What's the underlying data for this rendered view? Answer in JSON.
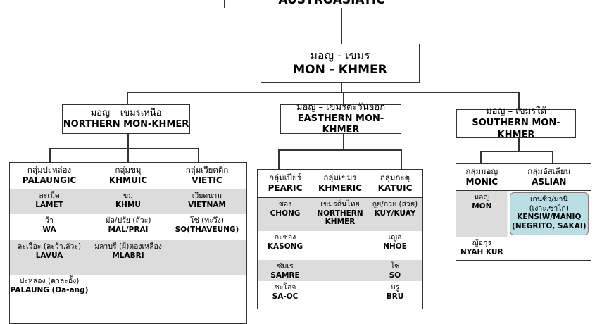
{
  "root": {
    "en": "AUSTROASIATIC"
  },
  "family": {
    "th": "มอญ - เขมร",
    "en": "MON - KHMER"
  },
  "branches": [
    {
      "th": "มอญ – เขมรเหนือ",
      "en": "NORTHERN MON-KHMER",
      "groups": [
        {
          "th": "กลุ่มปะหล่อง",
          "en": "PALAUNGIC"
        },
        {
          "th": "กลุ่มขมุ",
          "en": "KHMUIC"
        },
        {
          "th": "กลุ่มเวียดติก",
          "en": "VIETIC"
        }
      ],
      "rows": [
        [
          {
            "th": "ละเม็ด",
            "en": "LAMET"
          },
          {
            "th": "ขมุ",
            "en": "KHMU"
          },
          {
            "th": "เวียดนาม",
            "en": "VIETNAM"
          }
        ],
        [
          {
            "th": "ว้า",
            "en": "WA"
          },
          {
            "th": "มัล/ปรัย (ลัวะ)",
            "en": "MAL/PRAI"
          },
          {
            "th": "โซ่ (ทะวึง)",
            "en": "SO(THAVEUNG)"
          }
        ],
        [
          {
            "th": "ละเวือะ (ละว้า,ลัวะ)",
            "en": "LAVUA"
          },
          {
            "th": "มลาบรี (ผี)ตองเหลือง",
            "en": "MLABRI"
          },
          {
            "th": "",
            "en": ""
          }
        ],
        [
          {
            "th": "ปะหล่อง (ดาละอั้ง)",
            "en": "PALAUNG (Da-ang)"
          },
          {
            "th": "",
            "en": ""
          },
          {
            "th": "",
            "en": ""
          }
        ]
      ]
    },
    {
      "th": "มอญ – เขมรตะวันออก",
      "en": "EASTHERN MON-KHMER",
      "groups": [
        {
          "th": "กลุ่มเปียร์",
          "en": "PEARIC"
        },
        {
          "th": "กลุ่มเขมร",
          "en": "KHMERIC"
        },
        {
          "th": "กลุ่มกะตุ",
          "en": "KATUIC"
        }
      ],
      "rows": [
        [
          {
            "th": "ชอง",
            "en": "CHONG"
          },
          {
            "th": "เขมรถิ่นไทย",
            "en": "NORTHERN KHMER"
          },
          {
            "th": "กูย/กวย (ส่วย)",
            "en": "KUY/KUAY"
          }
        ],
        [
          {
            "th": "กะซอง",
            "en": "KASONG"
          },
          {
            "th": "",
            "en": ""
          },
          {
            "th": "เญอ",
            "en": "NHOE"
          }
        ],
        [
          {
            "th": "ซัมเร",
            "en": "SAMRE"
          },
          {
            "th": "",
            "en": ""
          },
          {
            "th": "โซ่",
            "en": "SO"
          }
        ],
        [
          {
            "th": "ซะโอจ",
            "en": "SA-OC"
          },
          {
            "th": "",
            "en": ""
          },
          {
            "th": "บรู",
            "en": "BRU"
          }
        ]
      ]
    },
    {
      "th": "มอญ – เขมรใต้",
      "en": "SOUTHERN MON-KHMER",
      "groups": [
        {
          "th": "กลุ่มมอญ",
          "en": "MONIC"
        },
        {
          "th": "กลุ่มอัสเลียน",
          "en": "ASLIAN"
        }
      ],
      "rows": [
        [
          {
            "th": "มอญ",
            "en": "MON"
          },
          {
            "th": "เกนซิว/มานิ (เงาะ,ซาไก)",
            "en": "KENSIW/MANIQ (NEGRITO, SAKAI)"
          }
        ],
        [
          {
            "th": "ญัฮกุร",
            "en": "NYAH KUR"
          },
          {
            "th": "",
            "en": ""
          }
        ]
      ]
    }
  ],
  "colors": {
    "gray_row": "#dcdcdc",
    "aslian_highlight": "#b9dfe4",
    "line": "#333333"
  }
}
